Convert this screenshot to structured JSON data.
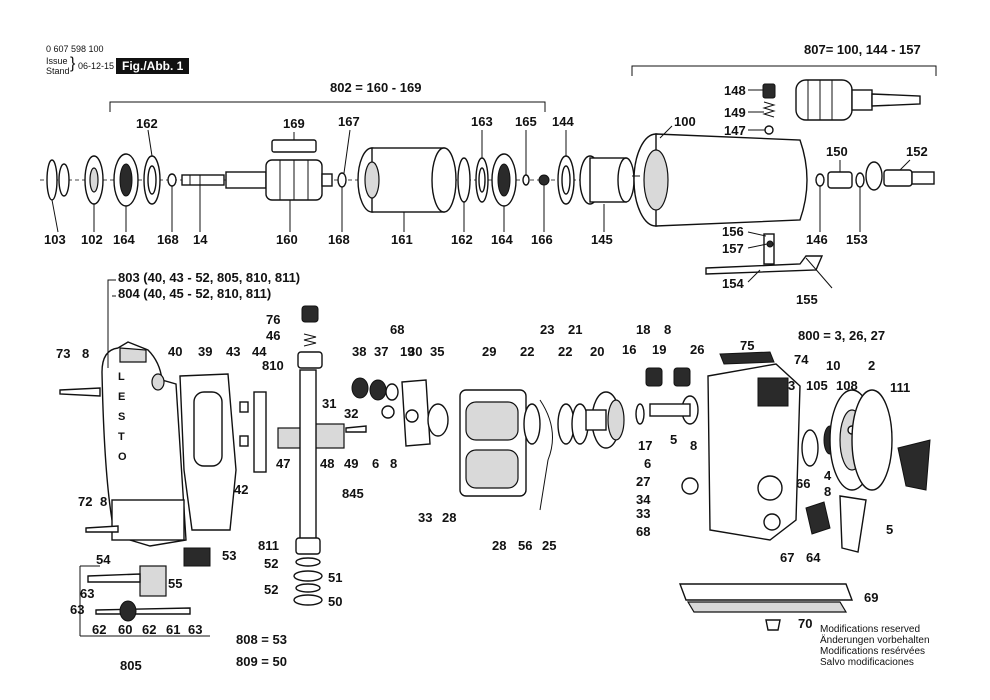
{
  "header": {
    "doc_number": "0 607 598 100",
    "issue_label": "Issue",
    "stand_label": "Stand",
    "issue_date": "06-12-15",
    "figure_tag": "Fig./Abb. 1"
  },
  "groups": {
    "g807": "807= 100, 144 - 157",
    "g802": "802 = 160 - 169",
    "g803": "803 (40, 43 - 52, 805, 810, 811)",
    "g804": "804 (40, 45 - 52, 810, 811)",
    "g800": "800 = 3, 26, 27",
    "g808": "808 = 53",
    "g809": "809 = 50"
  },
  "housing_text": "LESTO",
  "labels": {
    "l148": "148",
    "l149": "149",
    "l147": "147",
    "l100": "100",
    "l144": "144",
    "l165": "165",
    "l163": "163",
    "l167": "167",
    "l169": "169",
    "l162a": "162",
    "l150": "150",
    "l152": "152",
    "l103": "103",
    "l102": "102",
    "l164a": "164",
    "l168a": "168",
    "l14": "14",
    "l160": "160",
    "l168b": "168",
    "l161": "161",
    "l162b": "162",
    "l164b": "164",
    "l166": "166",
    "l145": "145",
    "l146": "146",
    "l153": "153",
    "l156": "156",
    "l157": "157",
    "l154": "154",
    "l155": "155",
    "l76": "76",
    "l46": "46",
    "l68a": "68",
    "l38": "38",
    "l37": "37",
    "l19a": "19",
    "l30": "30",
    "l35": "35",
    "l29": "29",
    "l22a": "22",
    "l23": "23",
    "l22b": "22",
    "l21": "21",
    "l20": "20",
    "l18": "18",
    "l8a": "8",
    "l16": "16",
    "l19b": "19",
    "l26": "26",
    "l75": "75",
    "l74": "74",
    "l73": "73",
    "l8b": "8",
    "l40": "40",
    "l39": "39",
    "l43": "43",
    "l44": "44",
    "l810": "810",
    "l31": "31",
    "l32": "32",
    "l3": "3",
    "l105": "105",
    "l10": "10",
    "l108": "108",
    "l2": "2",
    "l111": "111",
    "l47": "47",
    "l48": "48",
    "l49": "49",
    "l6a": "6",
    "l8c": "8",
    "l17": "17",
    "l5a": "5",
    "l8d": "8",
    "l6b": "6",
    "l42": "42",
    "l845": "845",
    "l27": "27",
    "l34": "34",
    "l4": "4",
    "l66": "66",
    "l8e": "8",
    "l72": "72",
    "l8f": "8",
    "l33a": "33",
    "l28a": "28",
    "l28b": "28",
    "l56": "56",
    "l25": "25",
    "l33b": "33",
    "l68b": "68",
    "l5b": "5",
    "l67": "67",
    "l64": "64",
    "l811": "811",
    "l54": "54",
    "l53": "53",
    "l52a": "52",
    "l51": "51",
    "l55": "55",
    "l63a": "63",
    "l52b": "52",
    "l50": "50",
    "l63b": "63",
    "l62a": "62",
    "l60": "60",
    "l62b": "62",
    "l61": "61",
    "l63c": "63",
    "l805": "805",
    "l69": "69",
    "l70": "70"
  },
  "footer": {
    "line1": "Modifications reserved",
    "line2": "Änderungen vorbehalten",
    "line3": "Modifications resérvées",
    "line4": "Salvo modificaciones"
  }
}
